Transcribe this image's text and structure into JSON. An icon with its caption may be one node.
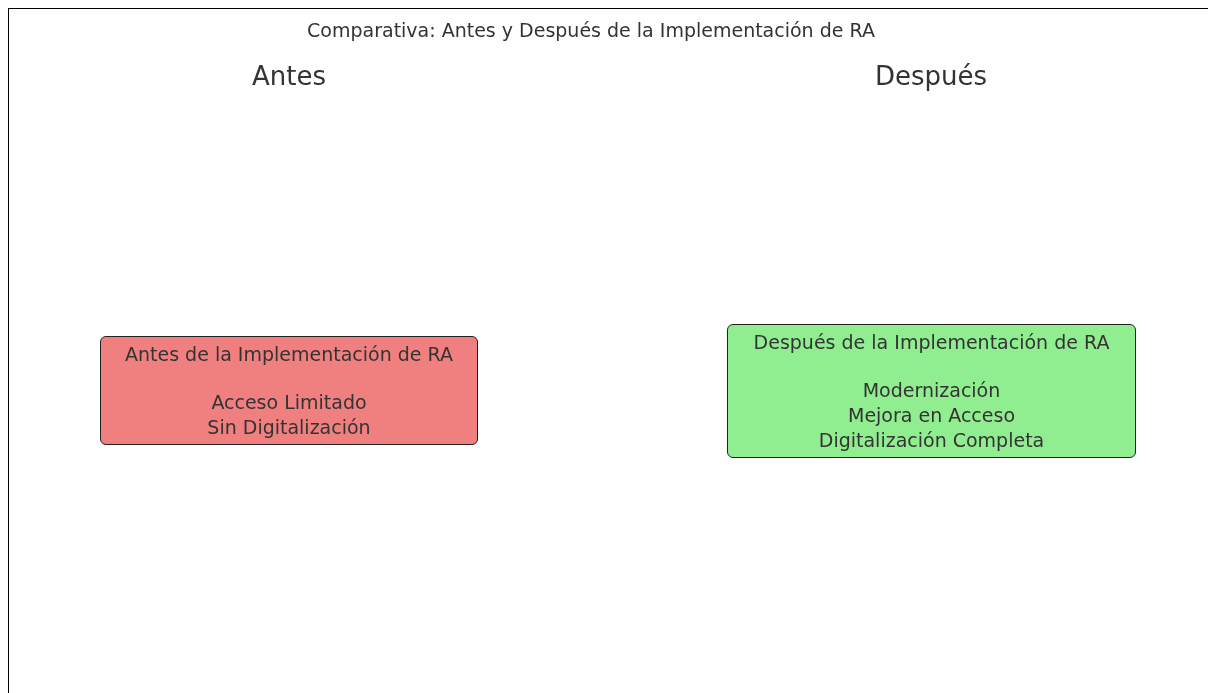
{
  "diagram": {
    "title": "Comparativa: Antes y Después de la Implementación de RA",
    "nodes": [
      {
        "text": [
          "Antes de la Implementación de RA",
          "Acceso Limitado",
          "Sin Digitalización"
        ]
      },
      {
        "text": [
          "Después de la Implementación de RA",
          "Modernización",
          "Mejora en Acceso",
          "Digitalización Completa"
        ]
      }
    ],
    "labels": [
      "Antes",
      "Después"
    ]
  }
}
